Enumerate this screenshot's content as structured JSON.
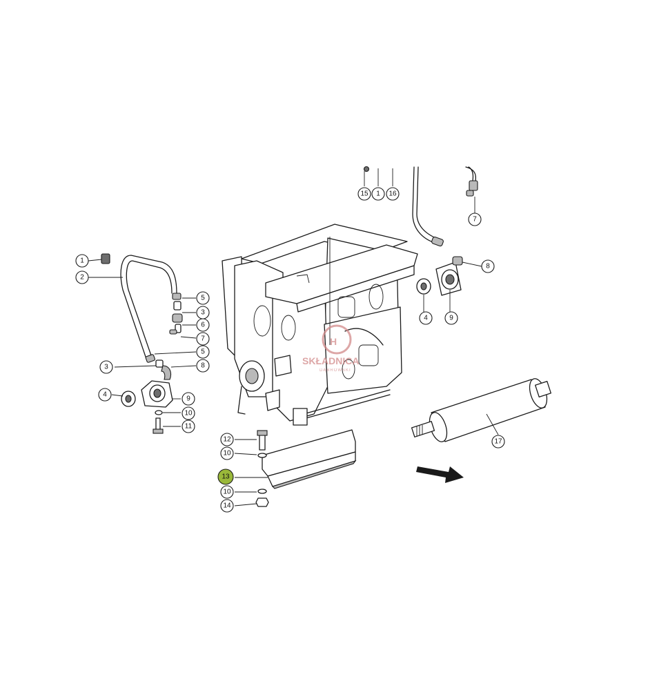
{
  "callouts": [
    {
      "id": "c15",
      "label": "15"
    },
    {
      "id": "c1top",
      "label": "1"
    },
    {
      "id": "c16",
      "label": "16"
    },
    {
      "id": "c7top",
      "label": "7"
    },
    {
      "id": "c8right",
      "label": "8"
    },
    {
      "id": "c4right",
      "label": "4"
    },
    {
      "id": "c9right",
      "label": "9"
    },
    {
      "id": "c1left",
      "label": "1"
    },
    {
      "id": "c2",
      "label": "2"
    },
    {
      "id": "c5a",
      "label": "5"
    },
    {
      "id": "c3a",
      "label": "3"
    },
    {
      "id": "c6",
      "label": "6"
    },
    {
      "id": "c7left",
      "label": "7"
    },
    {
      "id": "c5b",
      "label": "5"
    },
    {
      "id": "c3b",
      "label": "3"
    },
    {
      "id": "c8left",
      "label": "8"
    },
    {
      "id": "c4left",
      "label": "4"
    },
    {
      "id": "c9left",
      "label": "9"
    },
    {
      "id": "c10a",
      "label": "10"
    },
    {
      "id": "c11",
      "label": "11"
    },
    {
      "id": "c12",
      "label": "12"
    },
    {
      "id": "c10b",
      "label": "10"
    },
    {
      "id": "c13",
      "label": "13",
      "highlight": true
    },
    {
      "id": "c10c",
      "label": "10"
    },
    {
      "id": "c14",
      "label": "14"
    },
    {
      "id": "c17",
      "label": "17"
    }
  ],
  "watermark": {
    "name": "SKŁADNICA",
    "sub": "DĄBROWSKI"
  },
  "colors": {
    "highlight": "#9ab83a",
    "watermark": "#d28a8a",
    "line": "#1a1a1a"
  }
}
